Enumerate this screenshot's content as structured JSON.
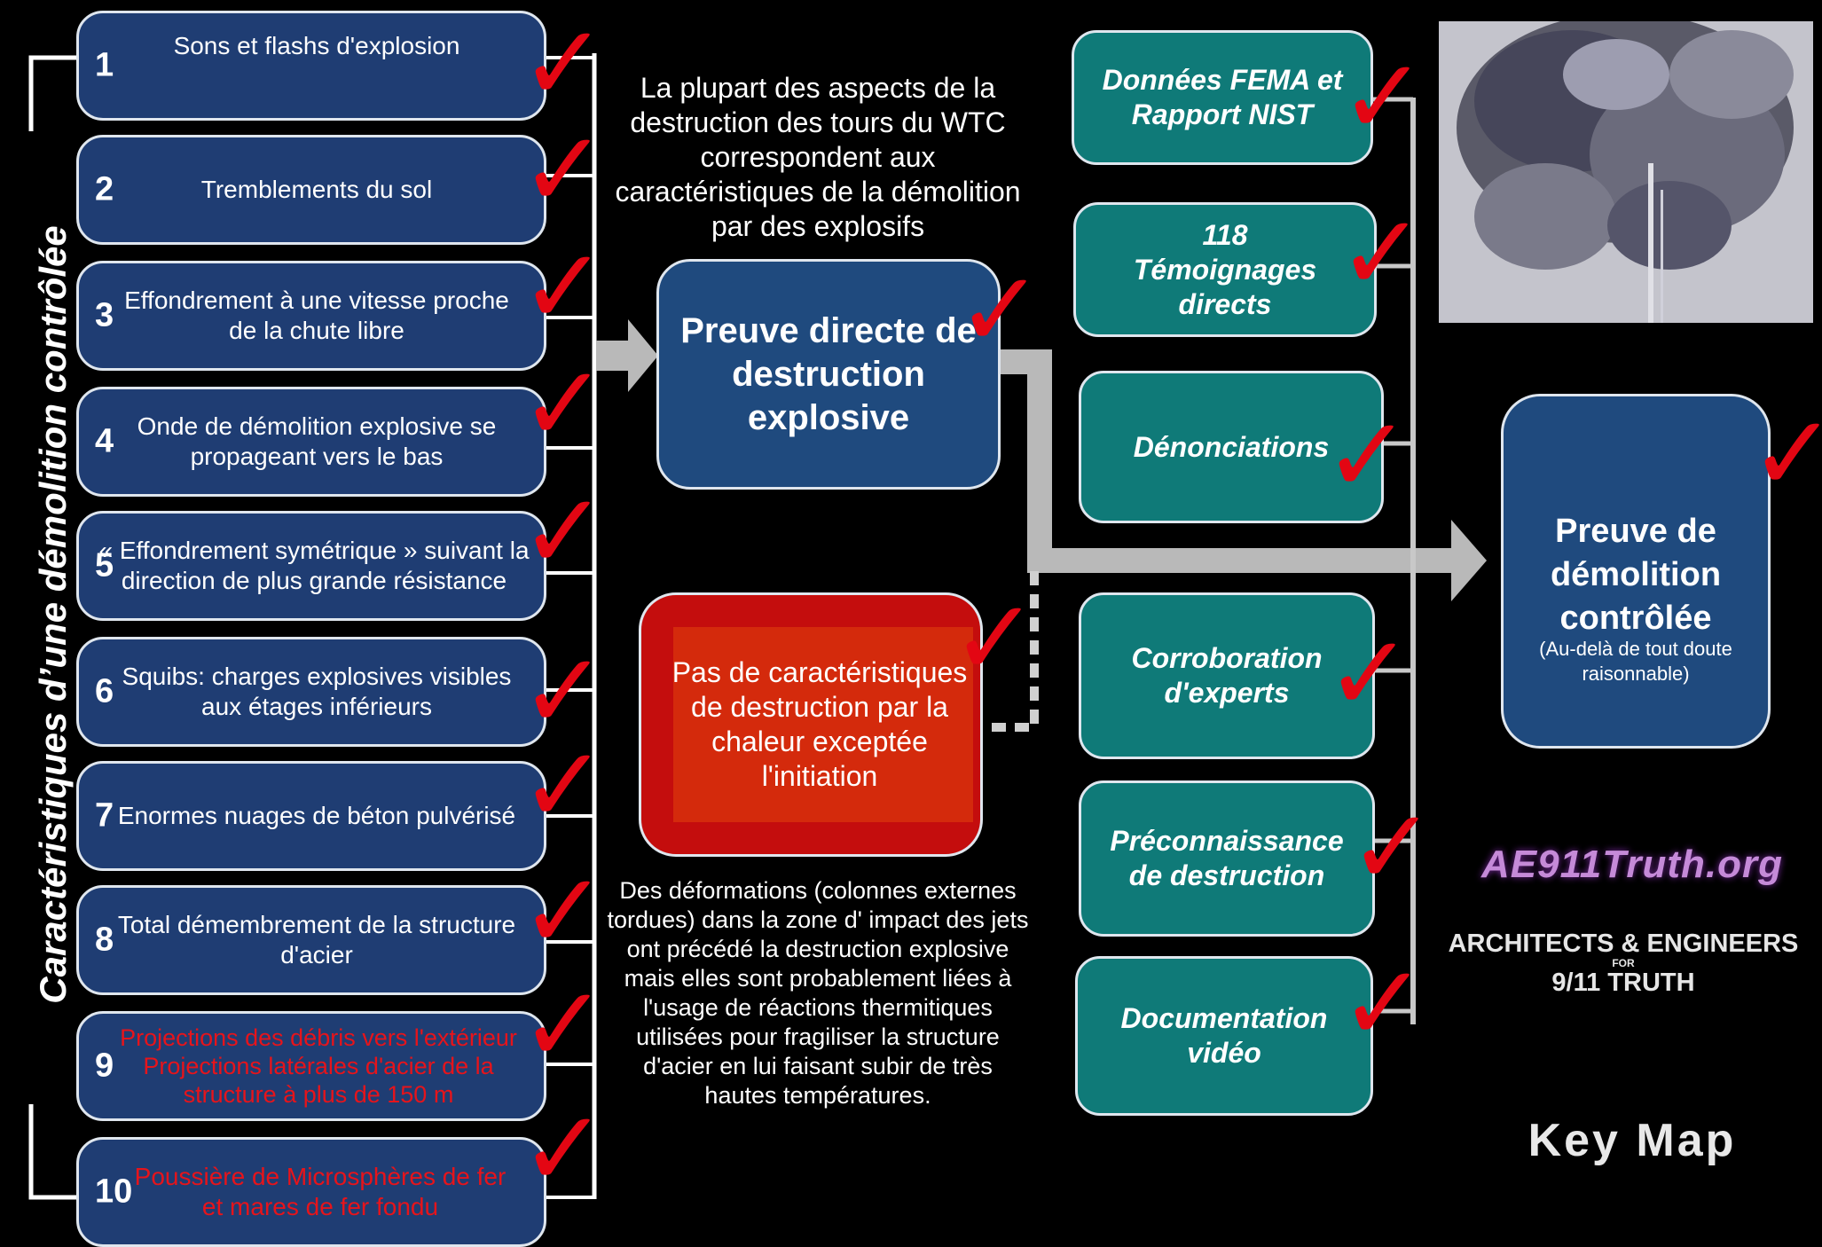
{
  "side_title": "Caractéristiques d’une démolition contrôlée",
  "features": [
    {
      "num": "1",
      "text": "Sons et flashs d'explosion"
    },
    {
      "num": "2",
      "text": "Tremblements du sol"
    },
    {
      "num": "3",
      "text": "Effondrement à une vitesse proche de la chute libre"
    },
    {
      "num": "4",
      "text": "Onde de démolition explosive se propageant vers le bas"
    },
    {
      "num": "5",
      "text": "« Effondrement symétrique » suivant la direction de plus grande résistance"
    },
    {
      "num": "6",
      "text": "Squibs: charges explosives visibles aux étages inférieurs"
    },
    {
      "num": "7",
      "text": "Enormes nuages de béton pulvérisé"
    },
    {
      "num": "8",
      "text": "Total démembrement de la structure d'acier"
    },
    {
      "num": "9",
      "text": "Projections des débris vers l'extérieur Projections latérales d'acier de la structure à plus de 150 m"
    },
    {
      "num": "10",
      "text": "Poussière de Microsphères de fer et mares de fer fondu"
    }
  ],
  "intro_text": "La plupart des aspects de la destruction des tours du WTC correspondent aux caractéristiques de la démolition par des explosifs",
  "direct_proof": "Preuve directe de destruction explosive",
  "heat_box": "Pas de caractéristiques de destruction par la chaleur exceptée l'initiation",
  "deformation_text": "Des déformations (colonnes externes tordues) dans la zone d' impact des jets ont précédé la destruction explosive mais elles sont probablement liées à l'usage de réactions thermitiques utilisées pour fragiliser la structure d'acier en lui faisant subir de très hautes températures.",
  "evidence": [
    {
      "text": "Données FEMA et Rapport NIST"
    },
    {
      "text": "118 Témoignages directs"
    },
    {
      "text": "Dénonciations"
    },
    {
      "text": "Corroboration d'experts"
    },
    {
      "text": "Préconnaissance de destruction"
    },
    {
      "text": "Documentation vidéo"
    }
  ],
  "final_proof": {
    "title": "Preuve de démolition contrôlée",
    "subtitle": "(Au-delà de tout doute raisonnable)"
  },
  "logo": {
    "site": "AE911Truth.org",
    "line1": "ARCHITECTS & ENGINEERS",
    "line2": "FOR",
    "line3": "9/11 TRUTH"
  },
  "key_map": "Key Map",
  "check_mark": "✓",
  "colors": {
    "feature_box": "#1f3d73",
    "evidence_box": "#0f7a78",
    "heat_box": "#c40d0d",
    "check": "#e30613",
    "connector": "#b9b9b9"
  }
}
